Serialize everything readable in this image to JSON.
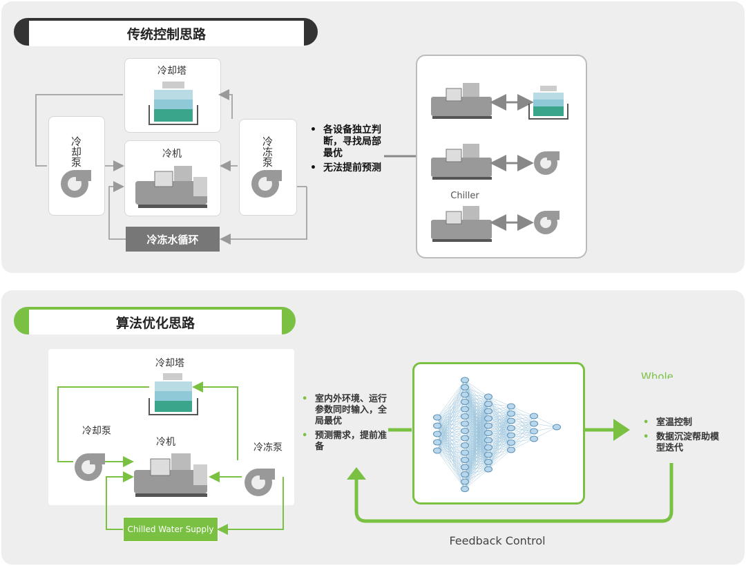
{
  "traditional": {
    "title": "传统控制思路",
    "cooling_tower": "冷却塔",
    "cooling_pump": "冷却泵",
    "chiller": "冷机",
    "chilled_pump": "冷冻泵",
    "chilled_loop": "冷冻水循环",
    "bullets": [
      "各设备独立判断，寻找局部最优",
      "无法提前预测"
    ],
    "chiller_caption": "Chiller"
  },
  "algorithm": {
    "title": "算法优化思路",
    "cooling_tower": "冷却塔",
    "cooling_pump": "冷却泵",
    "chiller": "冷机",
    "chilled_pump": "冷冻泵",
    "chilled_supply": "Chilled Water Supply",
    "input_bullets": [
      "室内外环境、运行参数同时输入，全局最优",
      "预测需求，提前准备"
    ],
    "output_heading": "Whole",
    "output_bullets": [
      "室温控制",
      "数据沉淀帮助模型迭代"
    ],
    "feedback": "Feedback Control"
  },
  "colors": {
    "panel_bg": "#eeeeee",
    "dark_pill": "#333333",
    "green_pill": "#7ac143",
    "gray_arrow": "#aaaaaa",
    "green_arrow": "#7ac143"
  }
}
